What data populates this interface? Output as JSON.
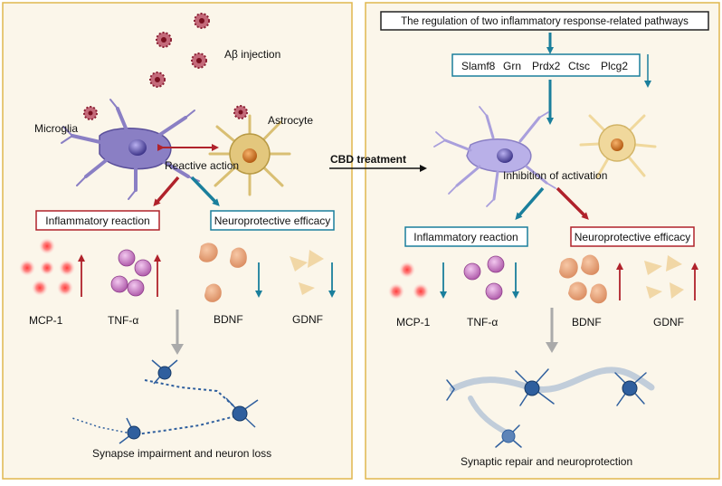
{
  "left": {
    "injection_label": "Aβ injection",
    "microglia_label": "Microglia",
    "astrocyte_label": "Astrocyte",
    "reactive_label": "Reactive action",
    "inflammatory_label": "Inflammatory reaction",
    "neuroprotective_label": "Neuroprotective efficacy",
    "mcp1_label": "MCP-1",
    "tnf_label": "TNF-α",
    "bdnf_label": "BDNF",
    "gdnf_label": "GDNF",
    "outcome_label": "Synapse impairment and neuron loss"
  },
  "middle": {
    "treatment_label": "CBD treatment"
  },
  "right": {
    "regulation_label": "The regulation of  two inflammatory response-related pathways",
    "genes": [
      "Slamf8",
      "Grn",
      "Prdx2",
      "Ctsc",
      "Plcg2"
    ],
    "inhibition_label": "Inhibition of activation",
    "inflammatory_label": "Inflammatory reaction",
    "neuroprotective_label": "Neuroprotective efficacy",
    "mcp1_label": "MCP-1",
    "tnf_label": "TNF-α",
    "bdnf_label": "BDNF",
    "gdnf_label": "GDNF",
    "outcome_label": "Synaptic repair and neuroprotection"
  },
  "colors": {
    "panel_fill": "#fbf6ea",
    "panel_border": "#e0b74e",
    "teal": "#1a7f9c",
    "red": "#b0222b",
    "gray_arrow": "#aaaaaa",
    "microglia": "#8a7fc4",
    "astrocyte": "#e3c77d",
    "neuron": "#2f5f9e"
  }
}
